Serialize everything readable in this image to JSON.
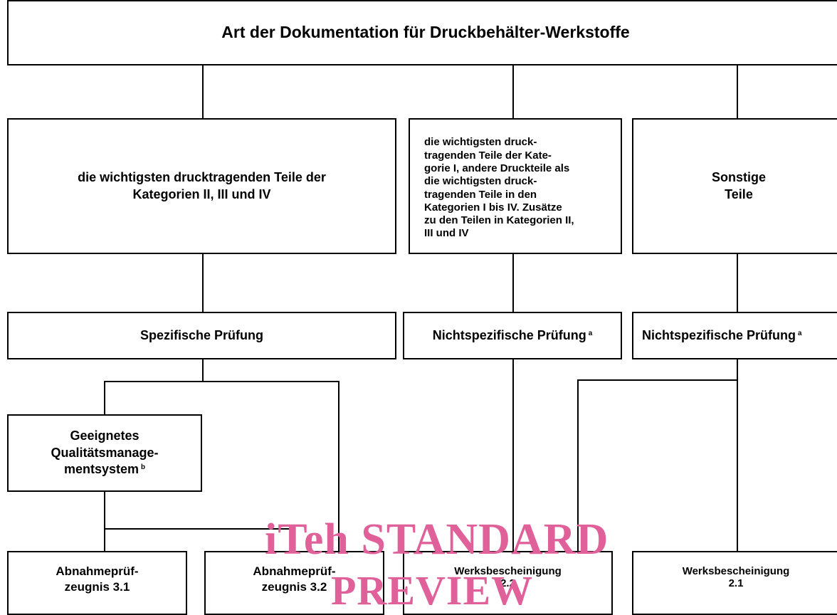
{
  "title": "Art der Dokumentation für Druckbehälter-Werkstoffe",
  "categories": {
    "main": "die wichtigsten drucktragenden Teile der\nKategorien II, III und IV",
    "other_pressure": "die wichtigsten druck-\ntragenden Teile der Kate-\ngorie I, andere Druckteile als\ndie wichtigsten druck-\ntragenden Teile in den\nKategorien I bis IV. Zusätze\nzu den Teilen in Kategorien II,\nIII und IV",
    "misc": "Sonstige\nTeile"
  },
  "tests": {
    "specific": "Spezifische Prüfung",
    "nonspecific_1": "Nichtspezifische Prüfung",
    "nonspecific_1_note": "a",
    "nonspecific_2": "Nichtspezifische Prüfung",
    "nonspecific_2_note": "a"
  },
  "qms": {
    "label": "Geeignetes\nQualitätsmanage-\nmentsystem",
    "note": "b"
  },
  "certificates": {
    "c31": "Abnahmeprüf-\nzeugnis 3.1",
    "c32": "Abnahmeprüf-\nzeugnis 3.2",
    "c22": "Werksbescheinigung\n2.2",
    "c21": "Werksbescheinigung\n2.1"
  },
  "watermark": {
    "line1": "iTeh STANDARD",
    "line2": "PREVIEW"
  }
}
